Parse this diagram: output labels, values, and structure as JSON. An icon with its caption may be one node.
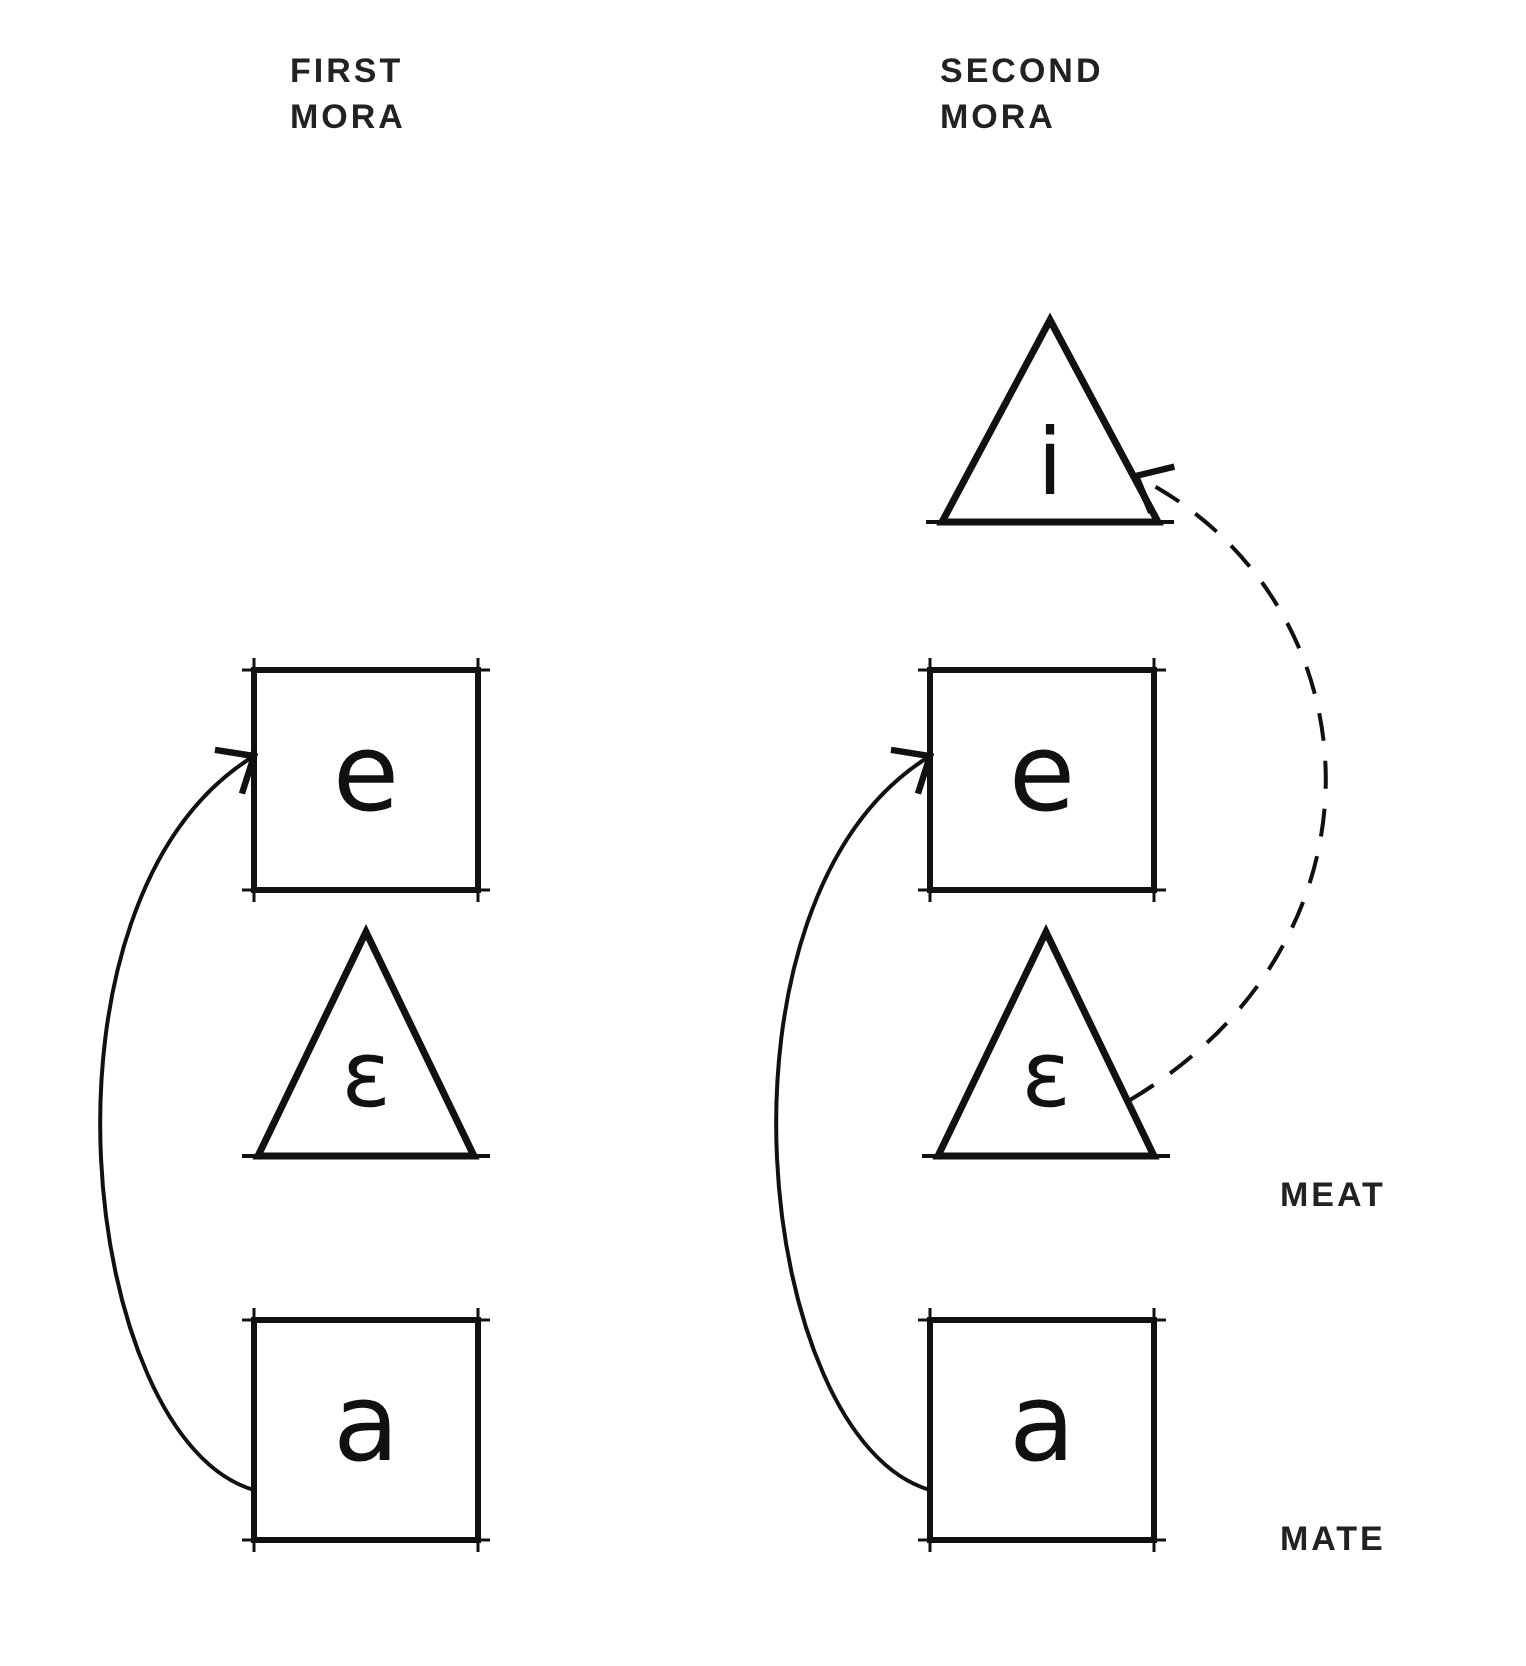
{
  "diagram": {
    "nodes": [
      {
        "text": [
          "i"
        ]
      },
      {
        "text": [
          "e"
        ]
      },
      {
        "text": [
          "e"
        ]
      },
      {
        "text": [
          "ɛ"
        ]
      },
      {
        "text": [
          "ɛ"
        ]
      },
      {
        "text": [
          "a"
        ]
      },
      {
        "text": [
          "a"
        ]
      }
    ],
    "edges": [
      {
        "from": 5,
        "to": 1,
        "arrow": "to"
      },
      {
        "from": 6,
        "to": 2,
        "arrow": "to"
      },
      {
        "from": 4,
        "to": 0,
        "arrow": "to",
        "style": "dashed"
      }
    ],
    "labels": [
      "FIRST MORA",
      "SECOND MORA",
      "MEAT",
      "MATE"
    ]
  }
}
